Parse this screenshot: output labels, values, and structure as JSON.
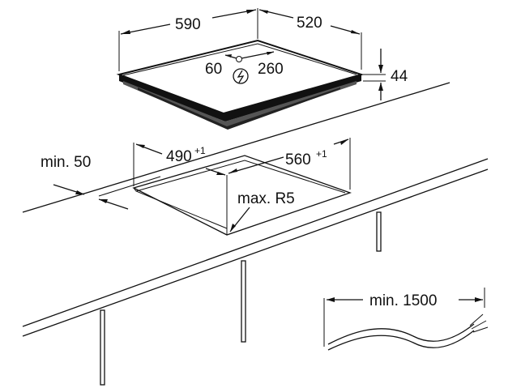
{
  "dimensions": {
    "width_top": "590",
    "depth_top": "520",
    "left_offset": "60",
    "right_offset": "260",
    "height": "44",
    "min_edge": "min. 50",
    "cutout_width": "490",
    "cutout_width_tol": "+1",
    "cutout_depth": "560",
    "cutout_depth_tol": "+1",
    "max_radius": "max. R5",
    "cable_min": "min. 1500"
  },
  "icons": {
    "power": "power-connection-icon"
  }
}
